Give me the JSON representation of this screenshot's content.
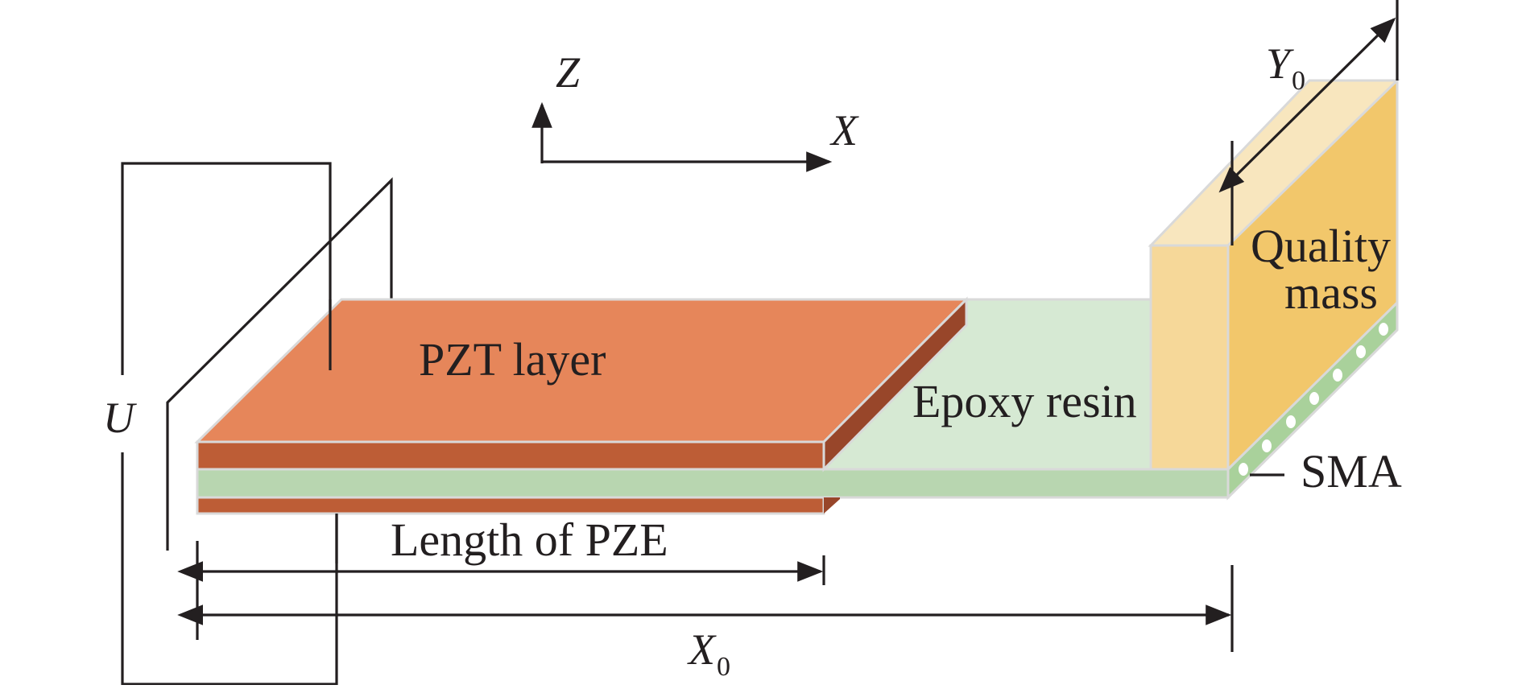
{
  "labels": {
    "axis_z": "Z",
    "axis_x": "X",
    "pzt_layer": "PZT layer",
    "epoxy_resin": "Epoxy resin",
    "quality_mass_line1": "Quality",
    "quality_mass_line2": "mass",
    "sma": "SMA",
    "voltage": "U",
    "length_of_pze": "Length of PZE",
    "x0_main": "X",
    "x0_sub": "0",
    "y0_main": "Y",
    "y0_sub": "0"
  },
  "colors": {
    "pzt_top": "#e6865a",
    "pzt_side": "#bd5d36",
    "pzt_end": "#98462a",
    "epoxy_top": "#d6e9d3",
    "epoxy_side": "#b8d6b0",
    "mass_front": "#f6d899",
    "mass_top": "#f8e6be",
    "mass_side": "#f2c76b",
    "sma_side": "#a9d19b",
    "line": "#231f20"
  }
}
